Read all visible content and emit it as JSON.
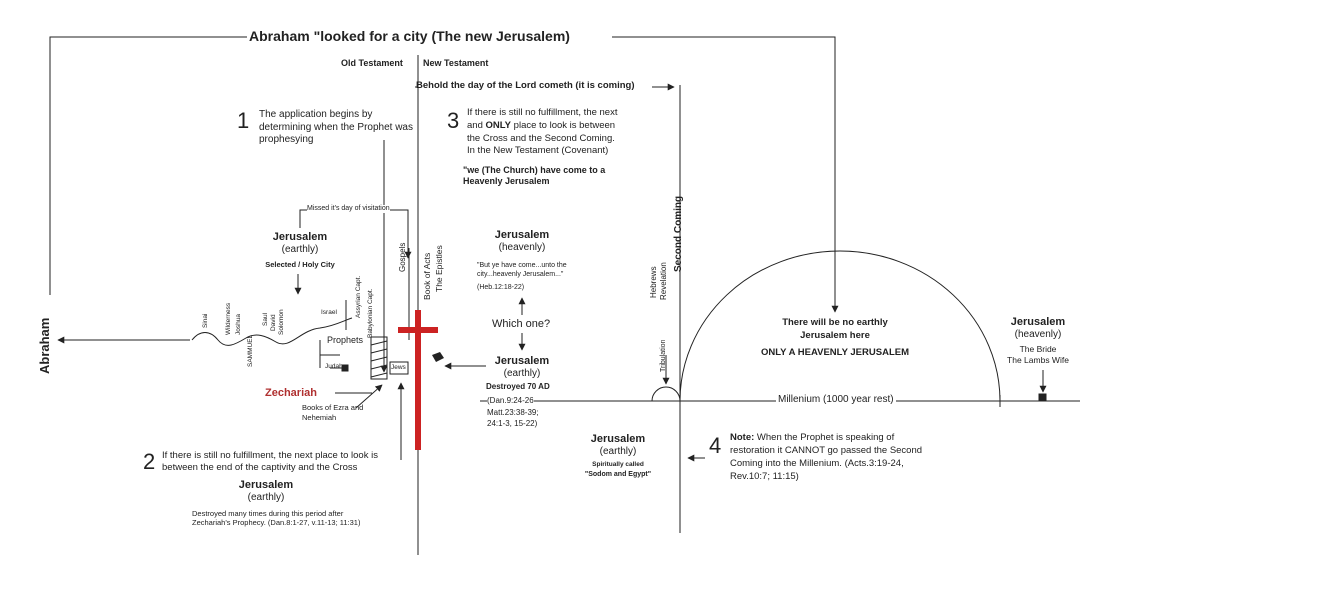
{
  "header": {
    "title": "Abraham \"looked for a city (The new Jerusalem)",
    "old_testament": "Old Testament",
    "new_testament": "New Testament",
    "behold": "Behold the day of the Lord cometh (it is coming)"
  },
  "left": {
    "abraham": "Abraham",
    "jerusalem_title": "Jerusalem",
    "jerusalem_sub": "(earthly)",
    "jerusalem_note": "Selected / Holy City",
    "missed": "Missed it's day of visitation",
    "timeline_labels": [
      "Sinai",
      "Wilderness",
      "Joshua",
      "SAMMUEL",
      "Saul",
      "David",
      "Solomon",
      "Israel",
      "Assyrian Capt.",
      "Babylonian Capt.",
      "Judah",
      "Jews"
    ],
    "prophets": "Prophets",
    "zechariah": "Zechariah",
    "books_ezra": "Books of Ezra and Nehemiah"
  },
  "step1": {
    "number": "1",
    "text": "The application begins by determining when the Prophet was prophesying"
  },
  "step2": {
    "number": "2",
    "text": "If there is still no fulfillment, the next place to look is between the end of the captivity and the Cross",
    "jerusalem_title": "Jerusalem",
    "jerusalem_sub": "(earthly)",
    "note": "Destroyed many times during this period after Zechariah's Prophecy. (Dan.8:1-27, v.11-13; 11:31)"
  },
  "step3": {
    "number": "3",
    "text_a": "If there is still no fulfillment, the next",
    "text_b_pre": "and ",
    "text_b_bold": "ONLY",
    "text_b_post": " place to look is between",
    "text_c": "the Cross and the Second Coming.",
    "text_d": "In the New Testament (Covenant)",
    "quote": "\"we (The Church) have come to a Heavenly Jerusalem"
  },
  "middle": {
    "gospels": "Gospels",
    "acts": "Book of Acts",
    "epistles": "The Epistles",
    "heavenly_title": "Jerusalem",
    "heavenly_sub": "(heavenly)",
    "heavenly_quote": "\"But ye have come...unto the city...heavenly Jerusalem...\"",
    "heavenly_ref": "(Heb.12:18-22)",
    "which_one": "Which one?",
    "earthly_title": "Jerusalem",
    "earthly_sub": "(earthly)",
    "destroyed": "Destroyed 70 AD",
    "dan_ref": "(Dan.9:24-26",
    "matt_ref": "Matt.23:38-39;",
    "matt_ref2": "24:1-3, 15-22)"
  },
  "right": {
    "hebrews": "Hebrews",
    "revelation": "Revelation",
    "second_coming": "Second Coming",
    "tribulation": "Tribulation",
    "no_earthly_a": "There will be no earthly",
    "no_earthly_b": "Jerusalem here",
    "only_heavenly": "ONLY A HEAVENLY JERUSALEM",
    "millenium": "Millenium (1000 year rest)",
    "far_title": "Jerusalem",
    "far_sub": "(heavenly)",
    "bride": "The Bride",
    "lambs_wife": "The Lambs Wife",
    "low_title": "Jerusalem",
    "low_sub": "(earthly)",
    "spiritually": "Spiritually called",
    "sodom": "\"Sodom and Egypt\""
  },
  "step4": {
    "number": "4",
    "note_label": "Note:",
    "text_a": " When the Prophet is speaking of",
    "text_b": "restoration it CANNOT go passed the Second",
    "text_c": "Coming into the Millenium. (Acts.3:19-24,",
    "text_d": "Rev.10:7; 11:15)"
  },
  "colors": {
    "cross": "#cc2222",
    "zechariah": "#b03030",
    "line": "#222222"
  }
}
